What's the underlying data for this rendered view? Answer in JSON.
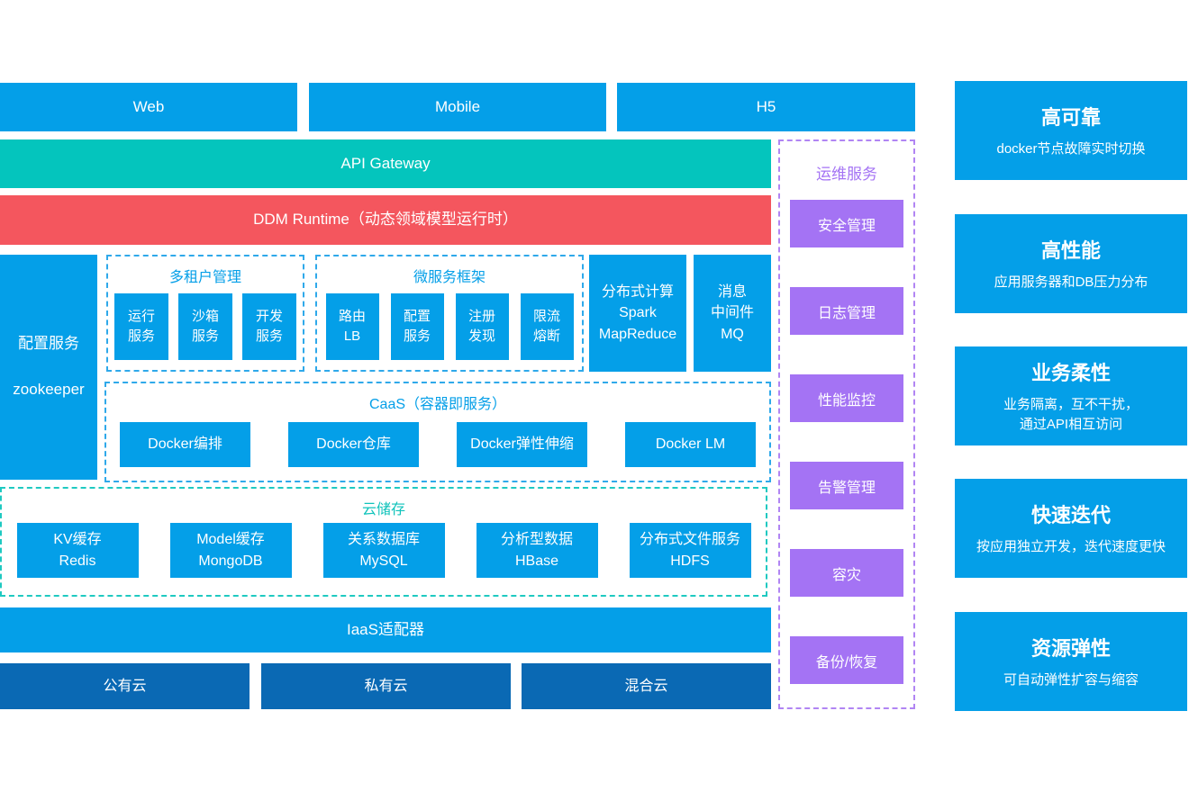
{
  "colors": {
    "blue": "#049fe8",
    "teal": "#04c5bd",
    "red": "#f4565e",
    "dark_blue": "#0a69b4",
    "purple": "#a473f4"
  },
  "top_row": {
    "items": [
      {
        "label": "Web"
      },
      {
        "label": "Mobile"
      },
      {
        "label": "H5"
      }
    ]
  },
  "api_gateway": {
    "label": "API Gateway"
  },
  "ddm_runtime": {
    "label": "DDM Runtime（动态领域模型运行时）"
  },
  "config_service": {
    "line1": "配置服务",
    "line2": "zookeeper"
  },
  "multi_tenant": {
    "title": "多租户管理",
    "items": [
      {
        "label": "运行\n服务"
      },
      {
        "label": "沙箱\n服务"
      },
      {
        "label": "开发\n服务"
      }
    ]
  },
  "microservice": {
    "title": "微服务框架",
    "items": [
      {
        "label": "路由\nLB"
      },
      {
        "label": "配置\n服务"
      },
      {
        "label": "注册\n发现"
      },
      {
        "label": "限流\n熔断"
      }
    ]
  },
  "distributed_compute": {
    "label": "分布式计算\nSpark\nMapReduce"
  },
  "message_middleware": {
    "label": "消息\n中间件\nMQ"
  },
  "caas": {
    "title": "CaaS（容器即服务）",
    "items": [
      {
        "label": "Docker编排"
      },
      {
        "label": "Docker仓库"
      },
      {
        "label": "Docker弹性伸缩"
      },
      {
        "label": "Docker LM"
      }
    ]
  },
  "cloud_storage": {
    "title": "云储存",
    "items": [
      {
        "label": "KV缓存\nRedis"
      },
      {
        "label": "Model缓存\nMongoDB"
      },
      {
        "label": "关系数据库\nMySQL"
      },
      {
        "label": "分析型数据\nHBase"
      },
      {
        "label": "分布式文件服务\nHDFS"
      }
    ]
  },
  "iaas_adapter": {
    "label": "IaaS适配器"
  },
  "clouds": {
    "items": [
      {
        "label": "公有云"
      },
      {
        "label": "私有云"
      },
      {
        "label": "混合云"
      }
    ]
  },
  "ops": {
    "title": "运维服务",
    "items": [
      {
        "label": "安全管理"
      },
      {
        "label": "日志管理"
      },
      {
        "label": "性能监控"
      },
      {
        "label": "告警管理"
      },
      {
        "label": "容灾"
      },
      {
        "label": "备份/恢复"
      }
    ]
  },
  "features": {
    "items": [
      {
        "title": "高可靠",
        "desc": "docker节点故障实时切换"
      },
      {
        "title": "高性能",
        "desc": "应用服务器和DB压力分布"
      },
      {
        "title": "业务柔性",
        "desc": "业务隔离，互不干扰，\n通过API相互访问"
      },
      {
        "title": "快速迭代",
        "desc": "按应用独立开发，迭代速度更快"
      },
      {
        "title": "资源弹性",
        "desc": "可自动弹性扩容与缩容"
      }
    ]
  }
}
